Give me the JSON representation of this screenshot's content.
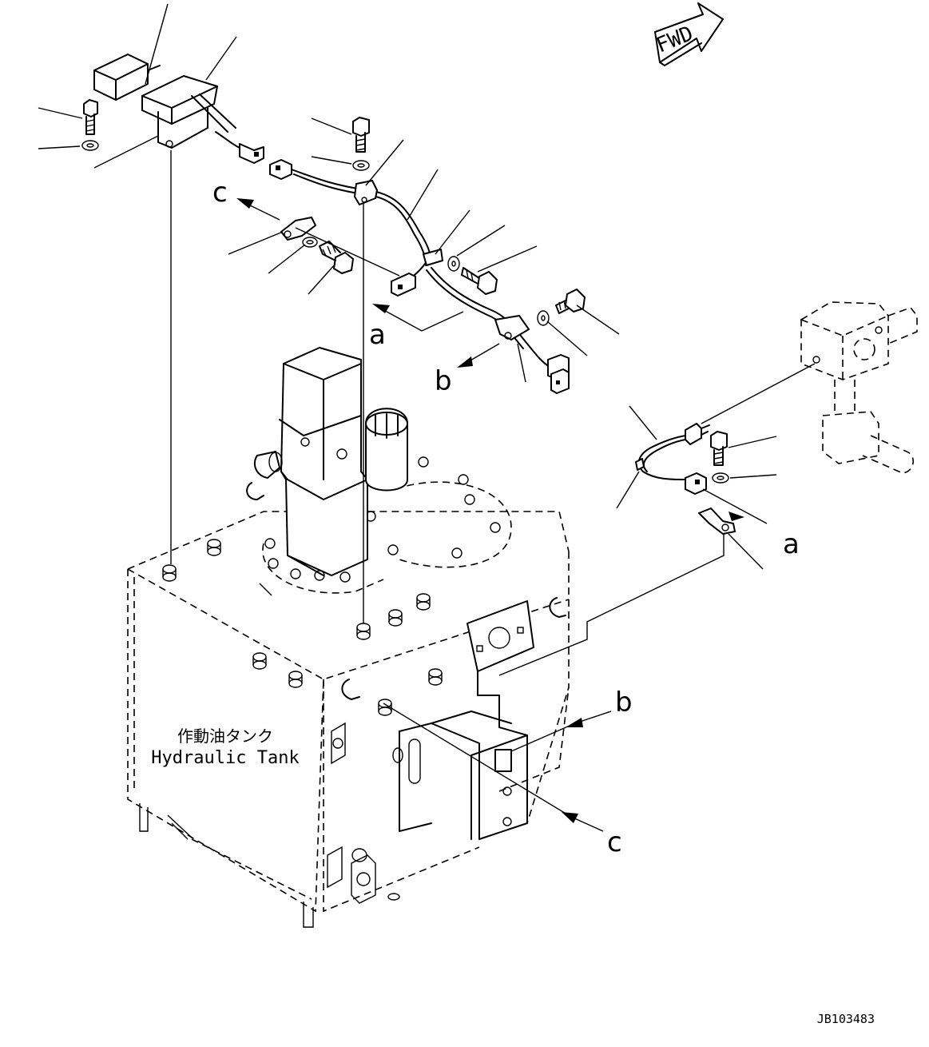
{
  "direction_marker": "FWD",
  "tank_label_jp": "作動油タンク",
  "tank_label_en": "Hydraulic Tank",
  "drawing_code": "JB103483",
  "view_refs": {
    "a": "a",
    "b": "b",
    "c": "c"
  }
}
